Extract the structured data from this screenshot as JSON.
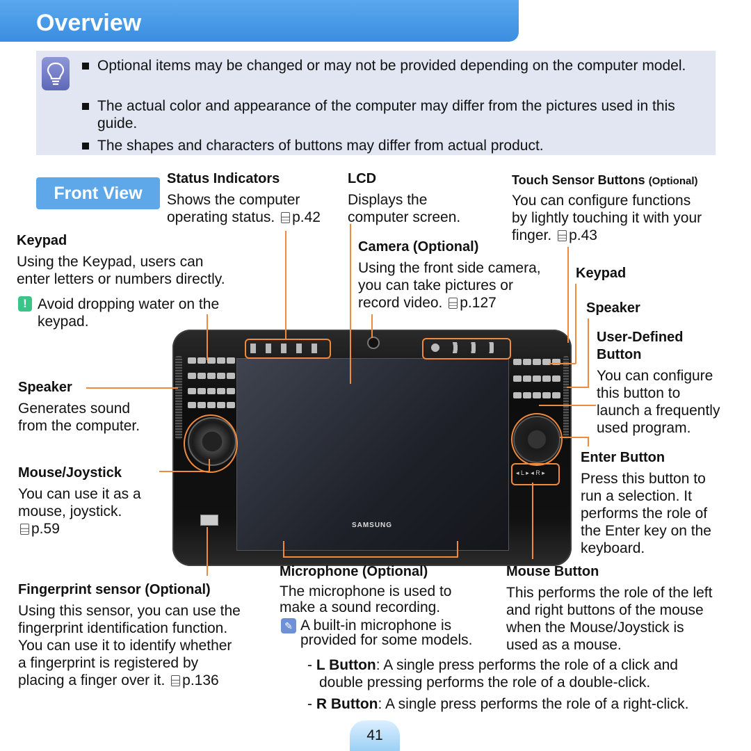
{
  "header": {
    "title": "Overview"
  },
  "note": {
    "icon": "lightbulb-icon",
    "items": [
      "Optional items may be changed or may not be provided depending on the computer model.",
      "The actual color and appearance of the computer may differ from the pictures used in this guide.",
      "The shapes and characters of buttons may differ from actual product."
    ]
  },
  "front_view": {
    "label": "Front View"
  },
  "status": {
    "title": "Status Indicators",
    "desc1": "Shows the computer",
    "desc2": "operating status.",
    "ref": "p.42"
  },
  "lcd": {
    "title": "LCD",
    "desc1": "Displays the",
    "desc2": "computer screen."
  },
  "touch": {
    "title": "Touch Sensor Buttons",
    "optional": "(Optional)",
    "desc1": "You can configure functions",
    "desc2": "by lightly touching it with your",
    "desc3": "finger.",
    "ref": "p.43"
  },
  "keypad_left": {
    "title": "Keypad",
    "desc1": "Using the Keypad, users can",
    "desc2": "enter letters or numbers directly.",
    "warn1": "Avoid dropping water on the",
    "warn2": "keypad.",
    "warn_icon": "exclamation-icon"
  },
  "camera": {
    "title": "Camera (Optional)",
    "desc1": "Using the front side camera,",
    "desc2": "you can take pictures or",
    "desc3": "record video.",
    "ref": "p.127"
  },
  "keypad_right": {
    "title": "Keypad"
  },
  "speaker_right": {
    "title": "Speaker"
  },
  "user_defined": {
    "title1": "User-Defined",
    "title2": "Button",
    "desc1": "You can configure",
    "desc2": "this button to",
    "desc3": "launch a frequently",
    "desc4": "used program."
  },
  "speaker_left": {
    "title": "Speaker",
    "desc1": "Generates sound",
    "desc2": "from the computer."
  },
  "mouse_joystick": {
    "title": "Mouse/Joystick",
    "desc1": "You can use it as a",
    "desc2": "mouse, joystick.",
    "ref": "p.59"
  },
  "enter": {
    "title": "Enter Button",
    "desc1": "Press this button to",
    "desc2": "run a selection. It",
    "desc3": "performs the role of",
    "desc4": "the Enter key on the",
    "desc5": "keyboard."
  },
  "device": {
    "brand": "SAMSUNG"
  },
  "fingerprint": {
    "title": "Fingerprint sensor (Optional)",
    "desc1": "Using this sensor, you can use the",
    "desc2": "fingerprint identification function.",
    "desc3": "You can use it to identify whether",
    "desc4": "a fingerprint is registered by",
    "desc5": "placing a finger over it.",
    "ref": "p.136"
  },
  "microphone": {
    "title": "Microphone (Optional)",
    "desc1": "The microphone is used to",
    "desc2": "make a sound recording.",
    "note1": "A built-in microphone is",
    "note2": "provided for some models.",
    "note_icon": "pencil-note-icon"
  },
  "mouse_button": {
    "title": "Mouse Button",
    "desc1": "This performs the role of the left",
    "desc2": "and right buttons of the mouse",
    "desc3": "when the Mouse/Joystick is",
    "desc4": "used as a mouse."
  },
  "lbutton": {
    "dash": "-",
    "label": "L Button",
    "desc1": ": A single press performs the role of a click and",
    "desc2": "double pressing performs the role of a double-click."
  },
  "rbutton": {
    "dash": "-",
    "label": "R Button",
    "desc": ": A single press performs the role of a right-click."
  },
  "page": {
    "number": "41"
  }
}
